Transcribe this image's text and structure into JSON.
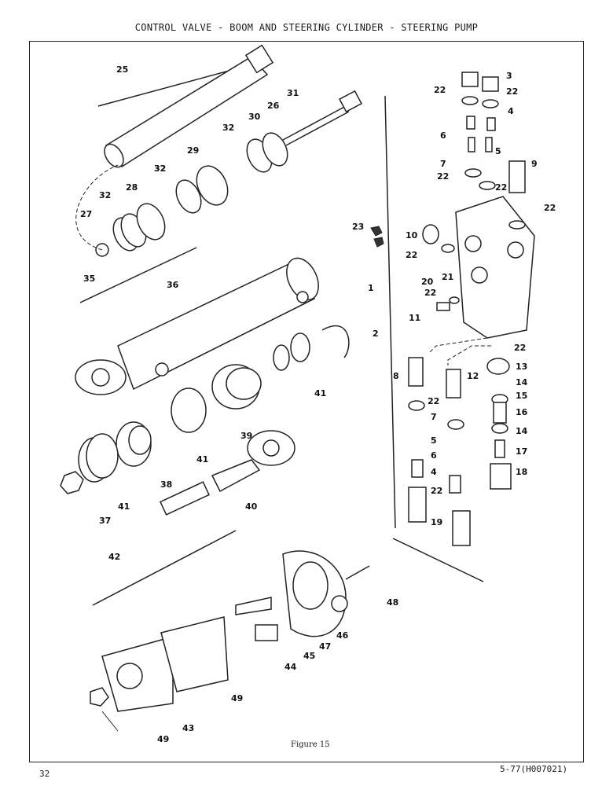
{
  "header": {
    "title": "CONTROL VALVE - BOOM AND STEERING CYLINDER - STEERING PUMP"
  },
  "footer": {
    "figure_caption": "Figure 15",
    "page_number": "32",
    "doc_code": "5-77(H007021)"
  },
  "callouts": [
    "25",
    "26",
    "31",
    "30",
    "32",
    "32",
    "29",
    "32",
    "28",
    "32",
    "27",
    "3",
    "22",
    "22",
    "4",
    "6",
    "5",
    "7",
    "22",
    "9",
    "22",
    "22",
    "23",
    "10",
    "22",
    "35",
    "36",
    "1",
    "20",
    "21",
    "22",
    "11",
    "2",
    "22",
    "13",
    "8",
    "12",
    "14",
    "22",
    "15",
    "7",
    "16",
    "14",
    "5",
    "6",
    "17",
    "4",
    "18",
    "22",
    "19",
    "41",
    "41",
    "39",
    "38",
    "41",
    "37",
    "40",
    "42",
    "48",
    "46",
    "47",
    "45",
    "44",
    "49",
    "43",
    "49"
  ],
  "colors": {
    "ink": "#222222",
    "paper": "#ffffff"
  }
}
